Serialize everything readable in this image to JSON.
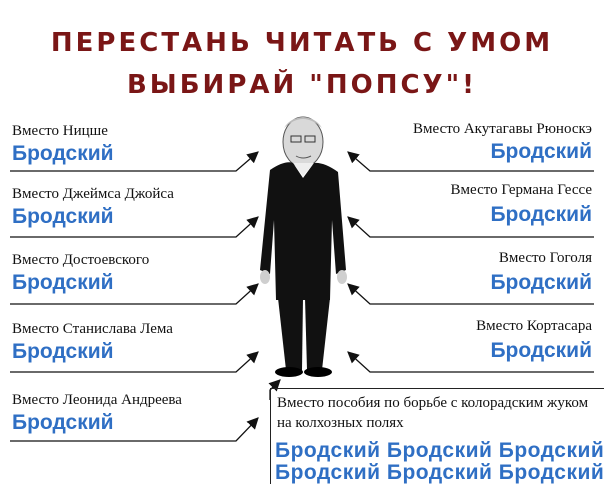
{
  "title": {
    "line1": "ПЕРЕСТАНЬ ЧИТАТЬ С УМОМ",
    "line2": "ВЫБИРАЙ \"ПОПСУ\"!"
  },
  "left_items": [
    {
      "label": "Вместо Ницше",
      "value": "Бродский"
    },
    {
      "label": "Вместо Джеймса Джойса",
      "value": "Бродский"
    },
    {
      "label": "Вместо Достоевского",
      "value": "Бродский"
    },
    {
      "label": "Вместо Станислава Лема",
      "value": "Бродский"
    },
    {
      "label": "Вместо Леонида Андреева",
      "value": "Бродский"
    }
  ],
  "right_items": [
    {
      "label": "Вместо Акутагавы Рюноскэ",
      "value": "Бродский"
    },
    {
      "label": "Вместо Германа Гессе",
      "value": "Бродский"
    },
    {
      "label": "Вместо Гоголя",
      "value": "Бродский"
    },
    {
      "label": "Вместо Кортасара",
      "value": "Бродский"
    }
  ],
  "bottom_item": {
    "label": "Вместо пособия по борьбе с колорадским жуком на колхозных полях",
    "repeat_line1": "Бродский Бродский Бродский",
    "repeat_line2": "Бродский Бродский Бродский"
  },
  "colors": {
    "title": "#7a1616",
    "accent": "#2f6fc4",
    "figure": "#111111"
  }
}
